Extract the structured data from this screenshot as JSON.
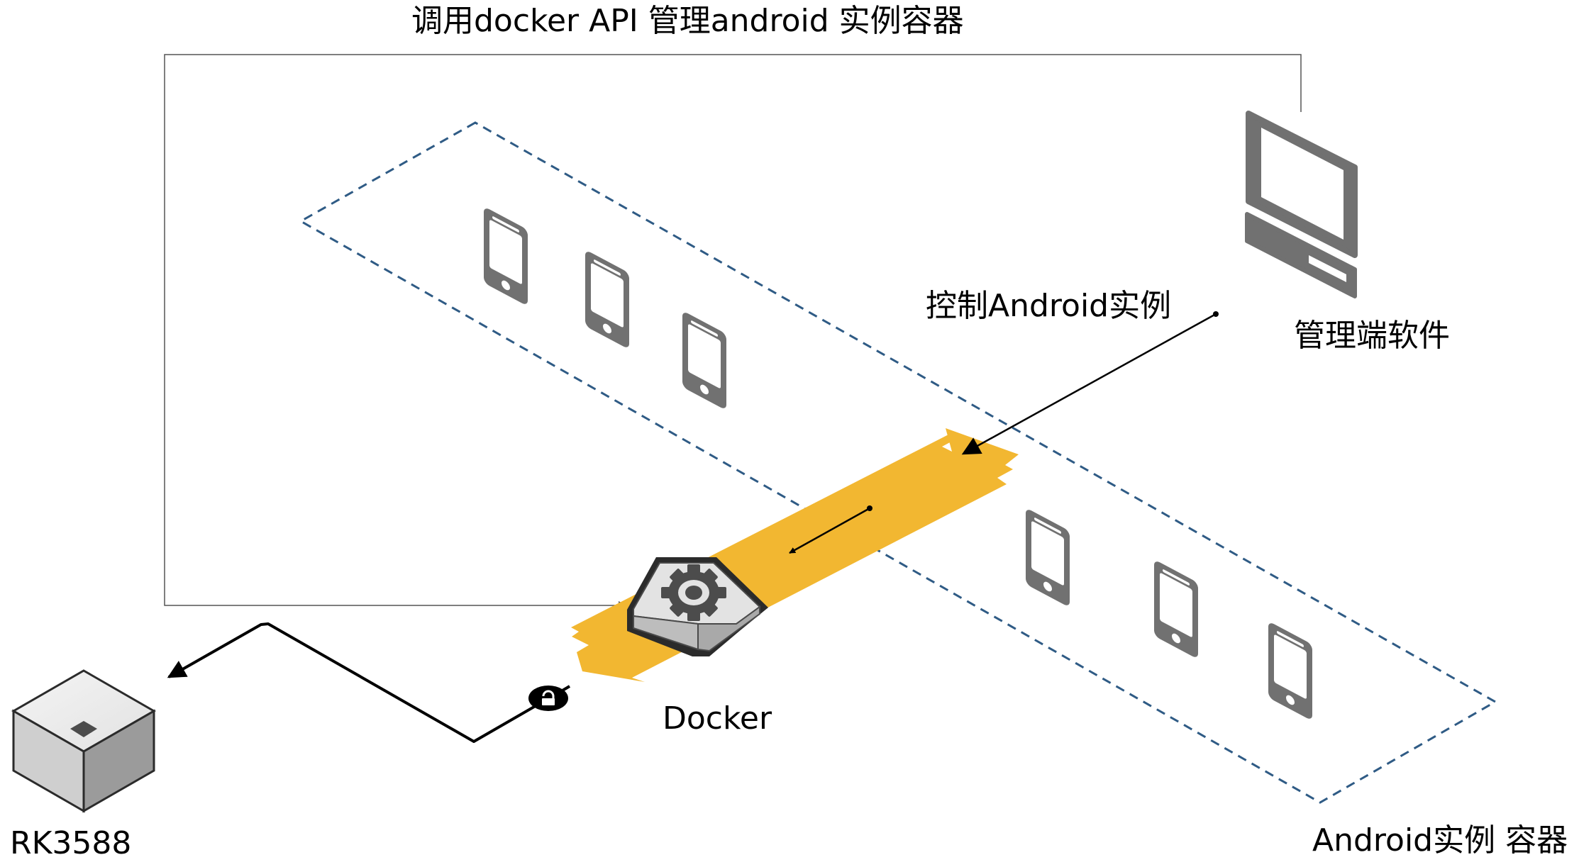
{
  "labels": {
    "top_title": "调用docker API 管理android 实例容器",
    "control_android": "控制Android实例",
    "management_software": "管理端软件",
    "docker": "Docker",
    "rk3588": "RK3588",
    "android_container": "Android实例 容器"
  },
  "colors": {
    "dashed_border": "#2f5b85",
    "docker_band": "#f2b731",
    "icon_gray": "#707070",
    "line": "#000000",
    "frame_line": "#555555"
  },
  "icons": {
    "phones": [
      "phone-icon",
      "phone-icon",
      "phone-icon",
      "phone-icon",
      "phone-icon",
      "phone-icon"
    ],
    "computer": "computer-icon",
    "docker_engine": "docker-engine-icon",
    "server": "server-cube-icon",
    "lock": "lock-icon"
  }
}
